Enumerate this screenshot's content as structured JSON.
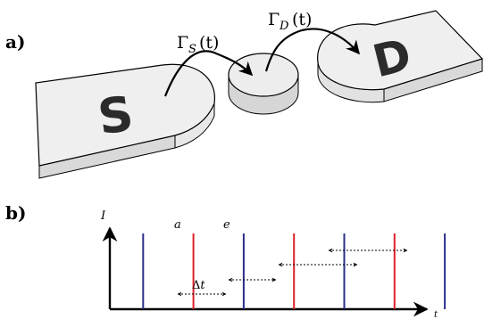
{
  "panel_a": {
    "label": "a)",
    "source_letter": "S",
    "drain_letter": "D",
    "rate_source": "Γ_S(t)",
    "rate_drain": "Γ_D(t)"
  },
  "panel_b": {
    "label": "b)",
    "y_axis_label": "I",
    "x_axis_label": "t",
    "spike_label_a": "a",
    "spike_label_e": "e",
    "interval_label": "Δt",
    "colors": {
      "blue": "#2a2f8a",
      "red": "#e0202a",
      "axis": "#000000"
    },
    "spikes": [
      {
        "t": 1,
        "type": "blue"
      },
      {
        "t": 2,
        "type": "red"
      },
      {
        "t": 3,
        "type": "blue"
      },
      {
        "t": 4,
        "type": "red"
      },
      {
        "t": 5,
        "type": "blue"
      },
      {
        "t": 6,
        "type": "red"
      },
      {
        "t": 7,
        "type": "blue"
      }
    ]
  }
}
